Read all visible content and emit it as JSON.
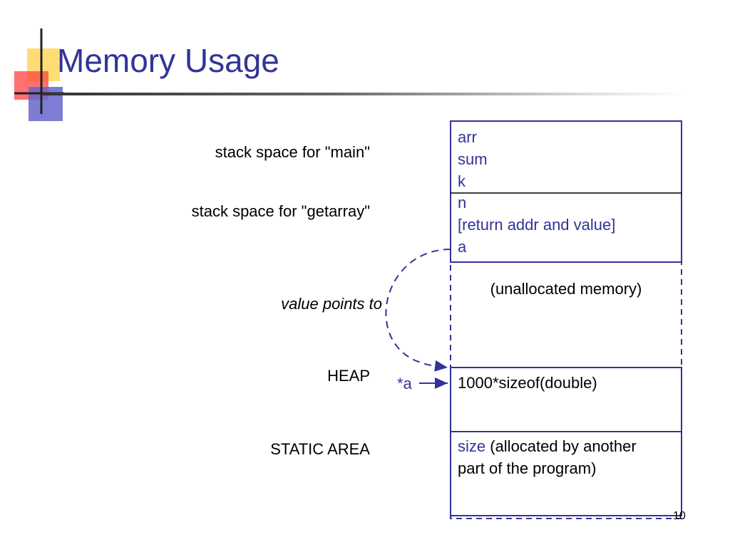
{
  "slide": {
    "title": "Memory Usage",
    "page_number": "10"
  },
  "labels": {
    "main": "stack space for \"main\"",
    "getarray": "stack space for \"getarray\"",
    "value_points_to": "value points to",
    "heap": "HEAP",
    "static_area": "STATIC AREA",
    "pointer": "*a"
  },
  "memory": {
    "main_vars": [
      "arr",
      "sum",
      "k"
    ],
    "getarray_vars": [
      "n",
      "[return addr and value]",
      "a"
    ],
    "unallocated": "(unallocated memory)",
    "heap_block": "1000*sizeof(double)",
    "static_var": "size",
    "static_note": " (allocated by another",
    "static_note2": "part of the program)"
  },
  "colors": {
    "accent": "#333399",
    "text": "#000000"
  }
}
